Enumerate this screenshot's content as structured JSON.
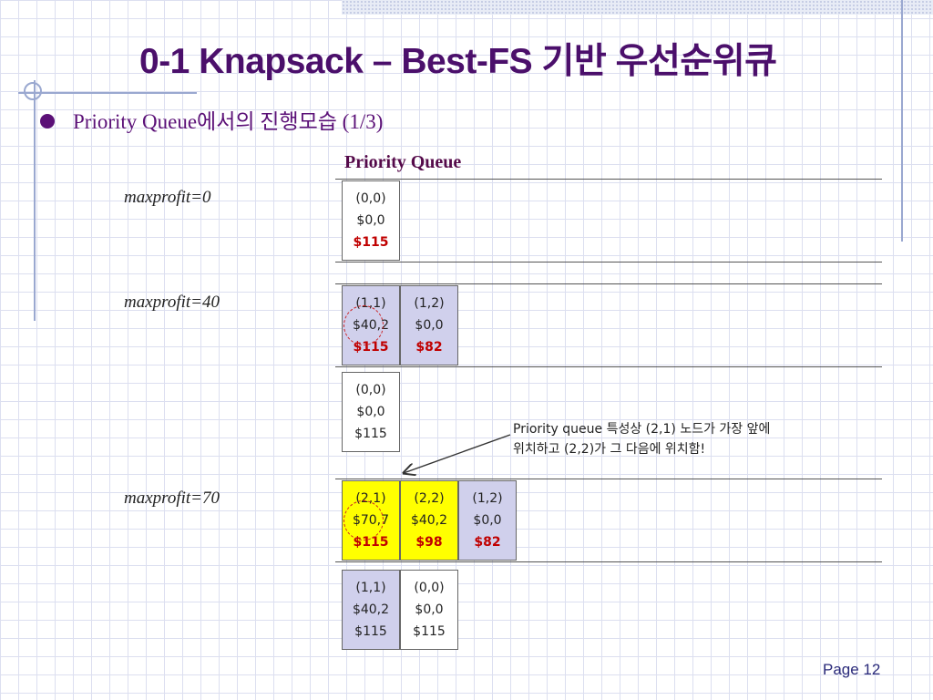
{
  "title": "0-1 Knapsack – Best-FS 기반 우선순위큐",
  "bullet": "Priority Queue에서의 진행모습 (1/3)",
  "queue_header": "Priority Queue",
  "steps": [
    {
      "maxprofit": "maxprofit=0",
      "queue": [
        {
          "pos": "(0,0)",
          "value": "$0,0",
          "bound": "$115",
          "color": "white",
          "bound_style": "red"
        }
      ],
      "popped": []
    },
    {
      "maxprofit": "maxprofit=40",
      "queue": [
        {
          "pos": "(1,1)",
          "value": "$40,2",
          "bound": "$115",
          "color": "blue",
          "bound_style": "red",
          "circled": true
        },
        {
          "pos": "(1,2)",
          "value": "$0,0",
          "bound": "$82",
          "color": "blue",
          "bound_style": "red"
        }
      ],
      "popped": [
        {
          "pos": "(0,0)",
          "value": "$0,0",
          "bound": "$115",
          "color": "white",
          "bound_style": "plain"
        }
      ]
    },
    {
      "maxprofit": "maxprofit=70",
      "queue": [
        {
          "pos": "(2,1)",
          "value": "$70,7",
          "bound": "$115",
          "color": "yellow",
          "bound_style": "red",
          "circled": true
        },
        {
          "pos": "(2,2)",
          "value": "$40,2",
          "bound": "$98",
          "color": "yellow",
          "bound_style": "red"
        },
        {
          "pos": "(1,2)",
          "value": "$0,0",
          "bound": "$82",
          "color": "blue",
          "bound_style": "red"
        }
      ],
      "popped": [
        {
          "pos": "(1,1)",
          "value": "$40,2",
          "bound": "$115",
          "color": "blue",
          "bound_style": "plain"
        },
        {
          "pos": "(0,0)",
          "value": "$0,0",
          "bound": "$115",
          "color": "white",
          "bound_style": "plain"
        }
      ]
    }
  ],
  "note_lines": [
    "Priority queue 특성상 (2,1) 노드가 가장 앞에",
    "위치하고 (2,2)가 그 다음에 위치함!"
  ],
  "page_label": "Page 12",
  "colors": {
    "title": "#4b0f6b",
    "node_blue": "#d0d0ec",
    "node_yellow": "#ffff00",
    "bound_red": "#c00000"
  }
}
